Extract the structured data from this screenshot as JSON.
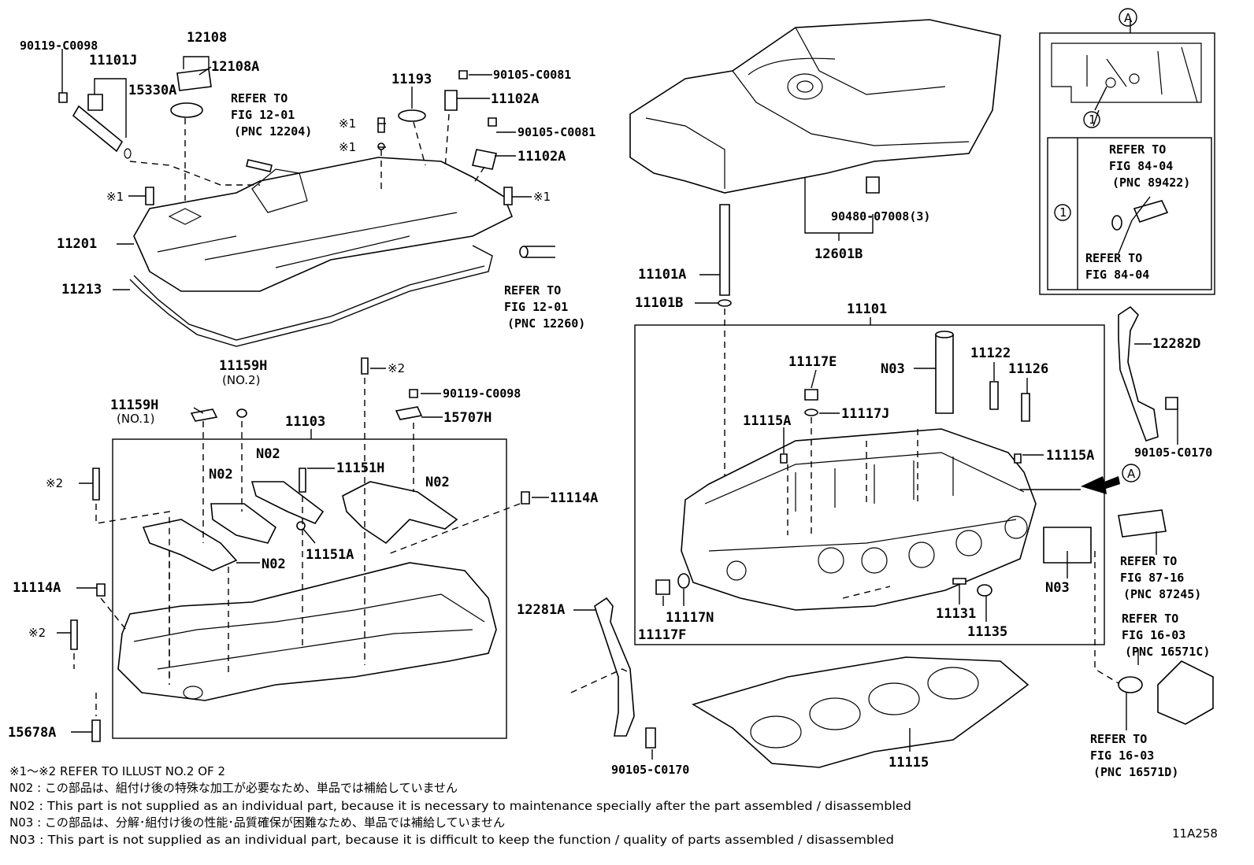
{
  "labels": {
    "p90119_c0098_a": "90119-C0098",
    "p11101j": "11101J",
    "p12108": "12108",
    "p12108a": "12108A",
    "p15330a": "15330A",
    "p11193": "11193",
    "p90105_c0081_a": "90105-C0081",
    "p11102a_a": "11102A",
    "p90105_c0081_b": "90105-C0081",
    "p11102a_b": "11102A",
    "p11201": "11201",
    "p11213": "11213",
    "p12601b": "12601B",
    "p90480_07008": "90480-07008(3)",
    "p11101a": "11101A",
    "p11101b": "11101B",
    "p11101": "11101",
    "p12282d": "12282D",
    "p90105_c0170_a": "90105-C0170",
    "p11117e": "11117E",
    "p11117j": "11117J",
    "pN03_a": "N03",
    "p11122": "11122",
    "p11126": "11126",
    "p11115a_a": "11115A",
    "p11115a_b": "11115A",
    "pN03_b": "N03",
    "p11117n": "11117N",
    "p11117f": "11117F",
    "p11131": "11131",
    "p11135": "11135",
    "p12281a": "12281A",
    "p90105_c0170_b": "90105-C0170",
    "p11115": "11115",
    "p11159h_a": "11159H",
    "p11159h_a_sub": "(NO.1)",
    "p11159h_b": "11159H",
    "p11159h_b_sub": "(NO.2)",
    "p11103": "11103",
    "p90119_c0098_b": "90119-C0098",
    "p15707h": "15707H",
    "pN02_a": "N02",
    "pN02_b": "N02",
    "pN02_c": "N02",
    "pN02_d": "N02",
    "p11151h": "11151H",
    "p11151a": "11151A",
    "p11114a_a": "11114A",
    "p11114a_b": "11114A",
    "p15678a": "15678A",
    "mark1_a": "※1",
    "mark1_b": "※1",
    "mark1_c": "※1",
    "mark1_d": "※1",
    "mark2_a": "※2",
    "mark2_b": "※2",
    "mark2_c": "※2",
    "circleA_top": "A",
    "circleA_mid": "A",
    "circle1_a": "1",
    "circle1_b": "1"
  },
  "refs": {
    "r1": [
      "REFER TO",
      "FIG 12-01",
      "(PNC 12204)"
    ],
    "r2": [
      "REFER TO",
      "FIG 12-01",
      "(PNC 12260)"
    ],
    "r3": [
      "REFER TO",
      "FIG 84-04",
      "(PNC 89422)"
    ],
    "r4": [
      "REFER TO",
      "FIG 84-04"
    ],
    "r5": [
      "REFER TO",
      "FIG 87-16",
      "(PNC 87245)"
    ],
    "r6": [
      "REFER TO",
      "FIG 16-03",
      "(PNC 16571C)"
    ],
    "r7": [
      "REFER TO",
      "FIG 16-03",
      "(PNC 16571D)"
    ]
  },
  "notes": [
    "※1～※2  REFER TO ILLUST NO.2 OF 2",
    "N02 : この部品は、組付け後の特殊な加工が必要なため、単品では補給していません",
    "N02 : This part is not supplied as an individual part, because it is necessary to maintenance specially after the part assembled / disassembled",
    "N03 : この部品は、分解･組付け後の性能･品質確保が困難なため、単品では補給していません",
    "N03 : This part is not supplied as an individual part, because it is difficult to keep the function / quality of parts  assembled / disassembled"
  ],
  "figure_id": "11A258"
}
